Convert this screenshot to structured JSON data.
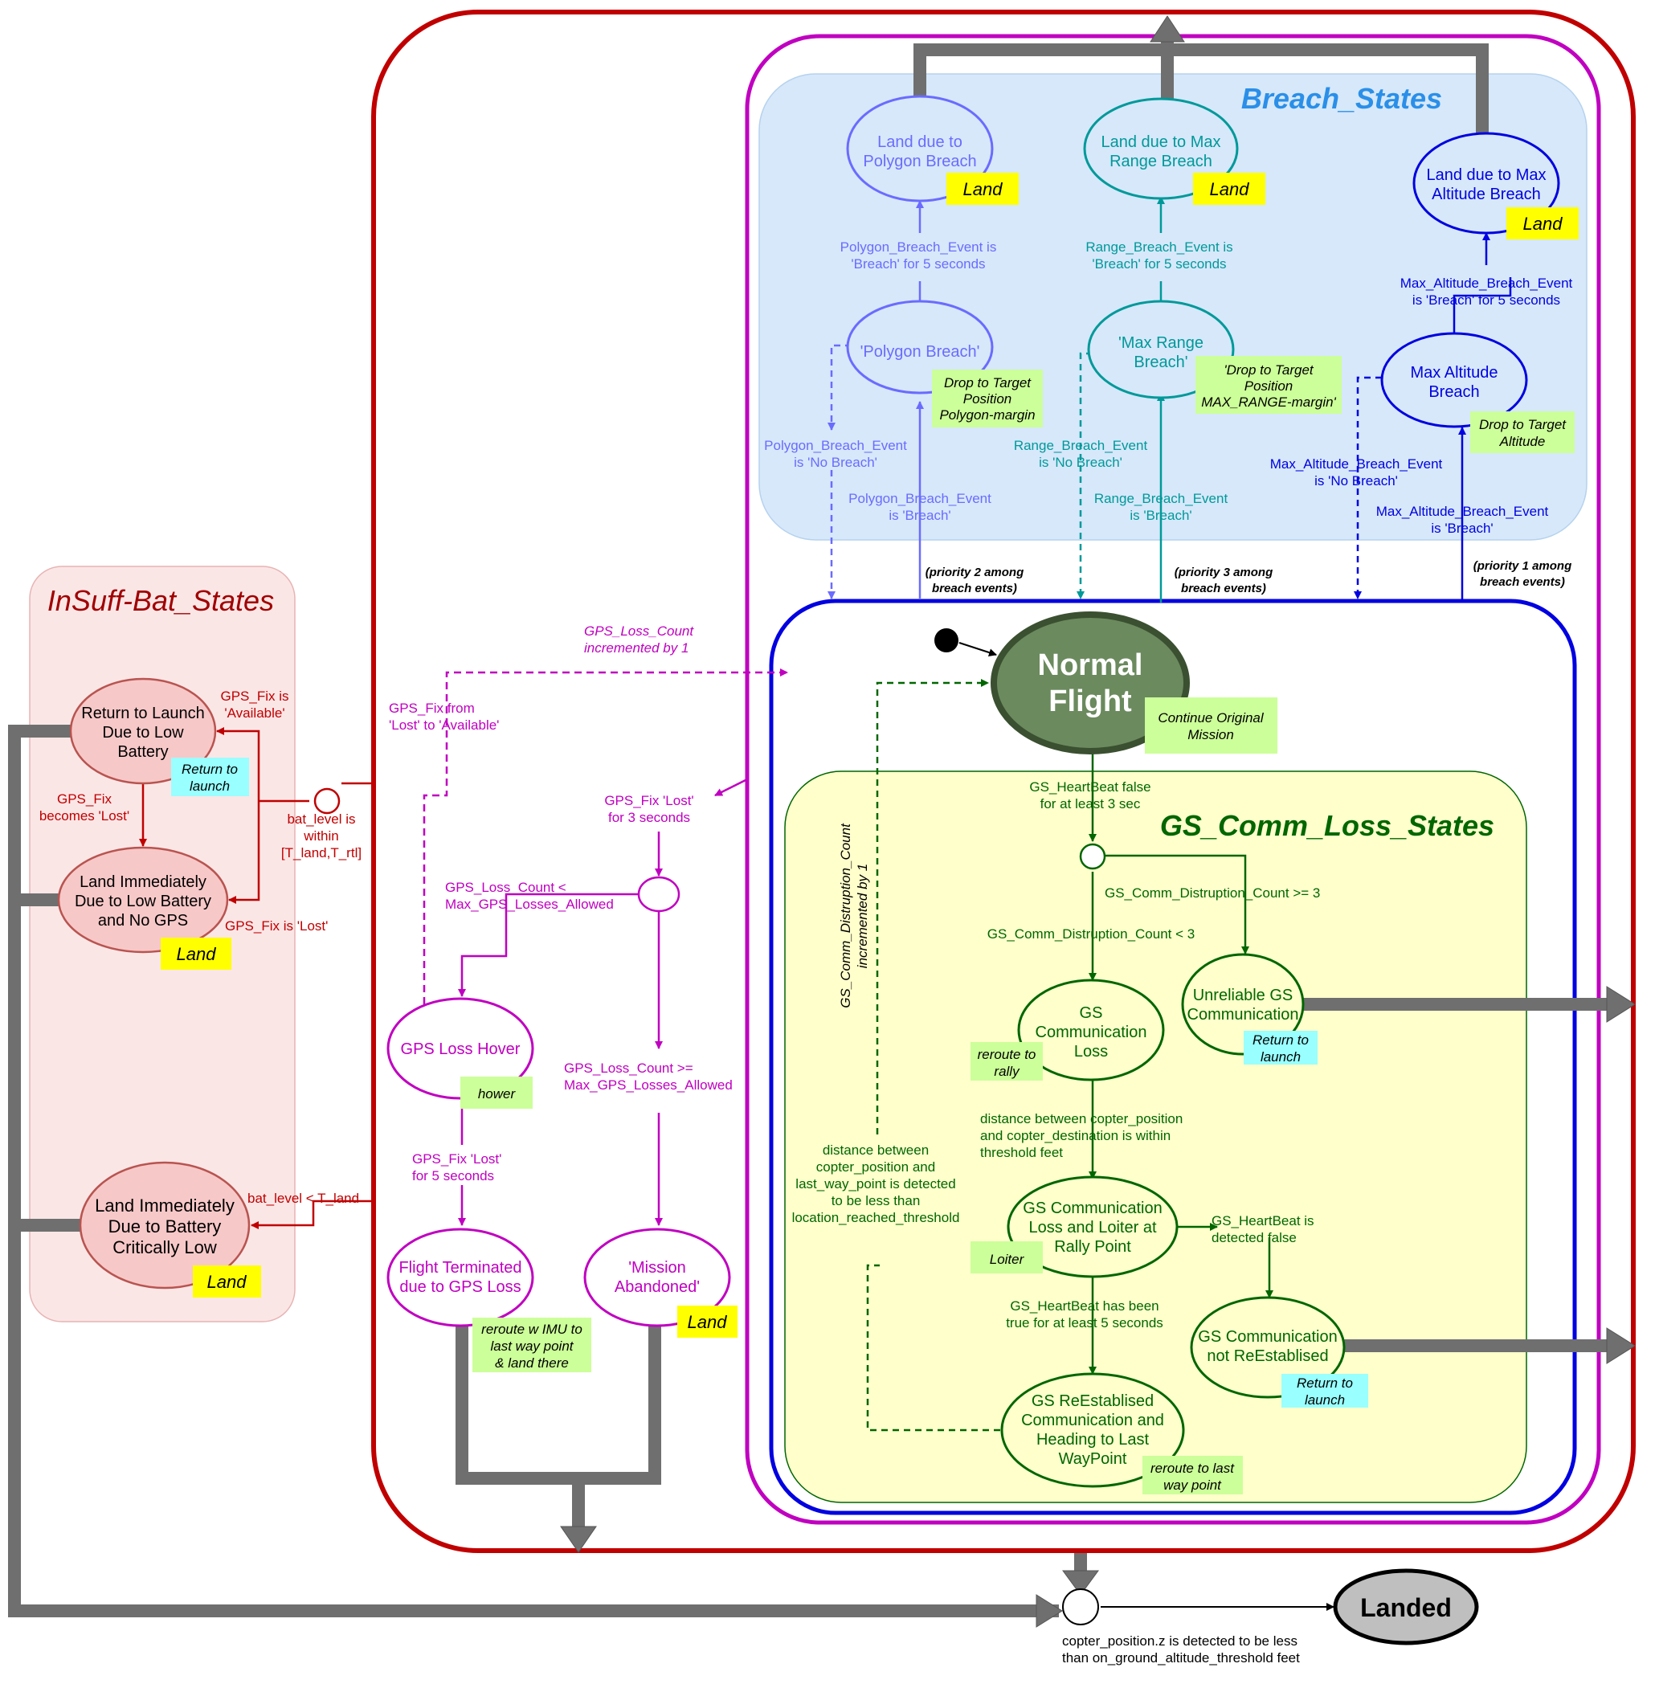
{
  "colors": {
    "red": "#c00000",
    "magenta": "#c000c0",
    "blue": "#0000e0",
    "teal": "#009999",
    "polygon": "#6b6bff",
    "green": "#006600",
    "grey": "#6f6f6f",
    "land_tag": "#ffff00",
    "rtl_tag": "#99ffff",
    "action_tag": "#ccff99",
    "breach_panel": "#d6e8fa",
    "gs_panel": "#ffffcc",
    "bat_panel": "#fbe6e6",
    "normal_flight": "#6b8a5e"
  },
  "groups": {
    "breach": "Breach_States",
    "gs_comm": "GS_Comm_Loss_States",
    "insuff_bat": "InSuff-Bat_States"
  },
  "states": {
    "land_polygon": [
      "Land due to",
      "Polygon Breach"
    ],
    "land_range": [
      "Land due to Max",
      "Range Breach"
    ],
    "land_altitude": [
      "Land due to Max",
      "Altitude Breach"
    ],
    "polygon_breach": [
      "'Polygon Breach'"
    ],
    "max_range_breach": [
      "'Max Range",
      "Breach'"
    ],
    "max_altitude_breach": [
      "Max Altitude",
      "Breach"
    ],
    "normal_flight": [
      "Normal",
      "Flight"
    ],
    "gs_comm_loss": [
      "GS",
      "Communication",
      "Loss"
    ],
    "unreliable_gs": [
      "Unreliable GS",
      "Communication"
    ],
    "gs_loiter": [
      "GS Communication",
      "Loss and Loiter at",
      "Rally Point"
    ],
    "gs_not_reestablished": [
      "GS Communication",
      "not ReEstablised"
    ],
    "gs_reestablished": [
      "GS ReEstablised",
      "Communication and",
      "Heading to Last",
      "WayPoint"
    ],
    "gps_loss_hover": [
      "GPS Loss Hover"
    ],
    "flight_terminated": [
      "Flight Terminated",
      "due to GPS Loss"
    ],
    "mission_abandoned": [
      "'Mission",
      "Abandoned'"
    ],
    "rtl_low_battery": [
      "Return to Launch",
      "Due to Low",
      "Battery"
    ],
    "land_low_battery_no_gps": [
      "Land Immediately",
      "Due to Low Battery",
      "and No GPS"
    ],
    "land_critically_low": [
      "Land Immediately",
      "Due to Battery",
      "Critically Low"
    ],
    "landed": [
      "Landed"
    ]
  },
  "tags": {
    "land": "Land",
    "return_to_launch": [
      "Return to",
      "launch"
    ],
    "drop_polygon": [
      "Drop to Target",
      "Position",
      "Polygon-margin"
    ],
    "drop_range": [
      "'Drop to Target",
      "Position",
      "MAX_RANGE-margin'"
    ],
    "drop_altitude": [
      "Drop to Target",
      "Altitude"
    ],
    "continue_mission": [
      "Continue Original",
      "Mission"
    ],
    "reroute_rally": [
      "reroute to",
      "rally"
    ],
    "loiter": "Loiter",
    "reroute_last_wp": [
      "reroute to last",
      "way point"
    ],
    "hower": "hower",
    "reroute_imu": [
      "reroute w IMU to",
      "last way point",
      "& land there"
    ]
  },
  "transitions": {
    "polygon_breach_5s": [
      "Polygon_Breach_Event is",
      "'Breach' for 5 seconds"
    ],
    "range_breach_5s": [
      "Range_Breach_Event is",
      "'Breach' for 5 seconds"
    ],
    "altitude_breach_5s": [
      "Max_Altitude_Breach_Event",
      "is  'Breach' for 5 seconds"
    ],
    "polygon_no_breach": [
      "Polygon_Breach_Event",
      "is  'No Breach'"
    ],
    "range_no_breach": [
      "Range_Breach_Event",
      "is  'No Breach'"
    ],
    "altitude_no_breach": [
      "Max_Altitude_Breach_Event",
      "is  'No Breach'"
    ],
    "polygon_breach": [
      "Polygon_Breach_Event",
      "is  'Breach'"
    ],
    "range_breach": [
      "Range_Breach_Event",
      "is  'Breach'"
    ],
    "altitude_breach": [
      "Max_Altitude_Breach_Event",
      "is  'Breach'"
    ],
    "priority_2": [
      "(priority 2 among",
      "breach events)"
    ],
    "priority_3": [
      "(priority 3 among",
      "breach events)"
    ],
    "priority_1": [
      "(priority 1 among",
      "breach events)"
    ],
    "heartbeat_false_3s": [
      "GS_HeartBeat false",
      "for at least 3 sec"
    ],
    "distruption_ge_3": [
      "GS_Comm_Distruption_Count >= 3"
    ],
    "distruption_lt_3": [
      "GS_Comm_Distruption_Count < 3"
    ],
    "distance_destination": [
      "distance between copter_position",
      "and copter_destination is within",
      "threshold feet"
    ],
    "heartbeat_detected_false": [
      "GS_HeartBeat is",
      "detected false"
    ],
    "heartbeat_true_5s": [
      "GS_HeartBeat has been",
      "true for at least 5 seconds"
    ],
    "distance_last_wp": [
      "distance between",
      "copter_position and",
      "last_way_point is detected",
      "to be less than",
      "location_reached_threshold"
    ],
    "distruption_increment": [
      "GS_Comm_Distruption_Count",
      "incremented by 1"
    ],
    "gps_loss_increment": [
      "GPS_Loss_Count",
      "incremented by 1"
    ],
    "gps_fix_restored": [
      "GPS_Fix from",
      "'Lost' to 'Available'"
    ],
    "gps_fix_lost_3s": [
      "GPS_Fix 'Lost'",
      "for 3 seconds"
    ],
    "gps_loss_lt_max": [
      "GPS_Loss_Count <",
      "Max_GPS_Losses_Allowed"
    ],
    "gps_loss_ge_max": [
      "GPS_Loss_Count >=",
      "Max_GPS_Losses_Allowed"
    ],
    "gps_fix_lost_5s": [
      "GPS_Fix 'Lost'",
      "for 5 seconds"
    ],
    "gps_fix_available": [
      "GPS_Fix is",
      "'Available'"
    ],
    "gps_fix_becomes_lost": [
      "GPS_Fix",
      "becomes 'Lost'"
    ],
    "bat_within": [
      "bat_level is",
      "within",
      "[T_land,T_rtl]"
    ],
    "gps_fix_is_lost": [
      "GPS_Fix is 'Lost'"
    ],
    "bat_below_land": [
      "bat_level < T_land"
    ],
    "on_ground": [
      "copter_position.z is detected to be less",
      "than on_ground_altitude_threshold feet"
    ]
  }
}
